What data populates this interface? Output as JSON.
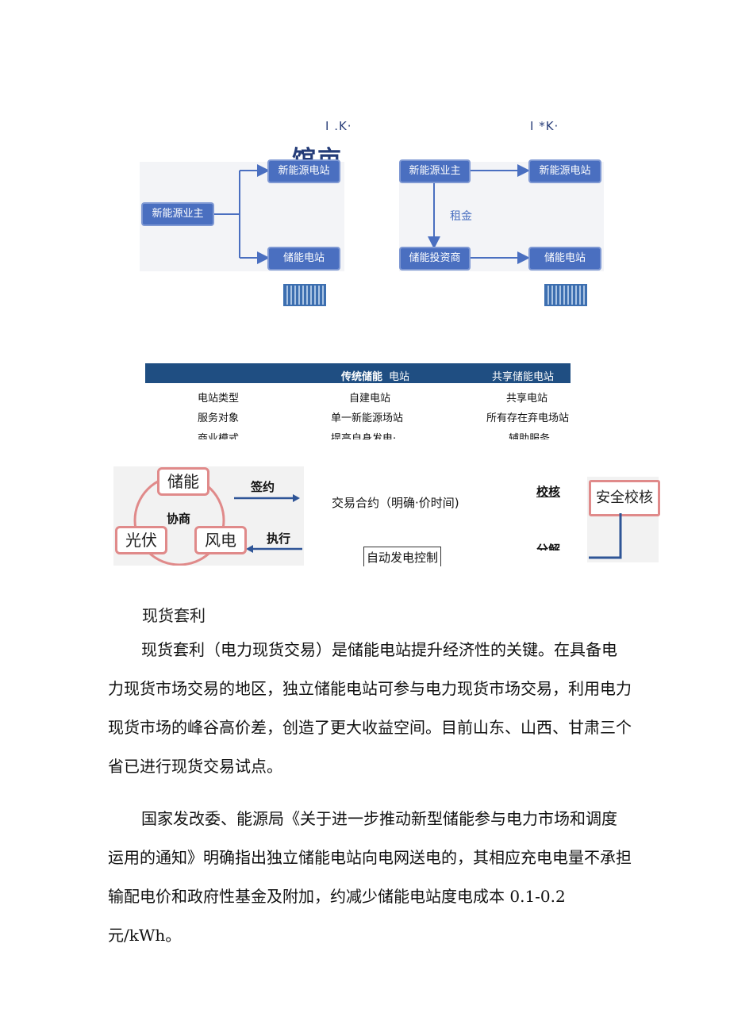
{
  "diagram_top": {
    "left_mark": "I .K·",
    "right_mark": "I *K·",
    "garbled_title": "馆亩",
    "left": {
      "owner": "新能源业主",
      "station_a": "新能源电站",
      "station_b": "储能电站"
    },
    "right": {
      "owner": "新能源业主",
      "station_a": "新能源电站",
      "investor": "储能投资商",
      "station_b": "储能电站",
      "rent_label": "租金"
    }
  },
  "table": {
    "header": {
      "col2_bold": "传统储能",
      "col2_rest": "电站",
      "col3": "共享储能电站"
    },
    "rows": [
      [
        "电站类型",
        "自建电站",
        "共享电站"
      ],
      [
        "服务对象",
        "单一新能源场站",
        "所有存在弃电场站"
      ],
      [
        "商业模式",
        "提高自身发电·",
        "辅助服务"
      ]
    ]
  },
  "diagram_bottom": {
    "modes": [
      "储能",
      "光伏",
      "风电"
    ],
    "center_label": "协商",
    "sign_label": "签约",
    "execute_label": "执行",
    "trade_text": "交易合约（明确·价时间)",
    "agc_label": "自动发电控制",
    "check_label": "校核",
    "split_label": "分解",
    "safety_label": "安全校核"
  },
  "body": {
    "heading": "现货套利",
    "paragraphs": [
      "现货套利（电力现货交易）是储能电站提升经济性的关键。在具备电力现货市场交易的地区，独立储能电站可参与电力现货市场交易，利用电力现货市场的峰谷高价差，创造了更大收益空间。目前山东、山西、甘肃三个省已进行现货交易试点。",
      "国家发改委、能源局《关于进一步推动新型储能参与电力市场和调度运用的通知》明确指出独立储能电站向电网送电的，其相应充电电量不承担输配电价和政府性基金及附加，约减少储能电站度电成本 0.1-0.2 元/kWh。"
    ]
  },
  "colors": {
    "node_blue": "#4a6fc0",
    "table_header": "#1f4e82",
    "mode_border": "#e08a8a"
  }
}
